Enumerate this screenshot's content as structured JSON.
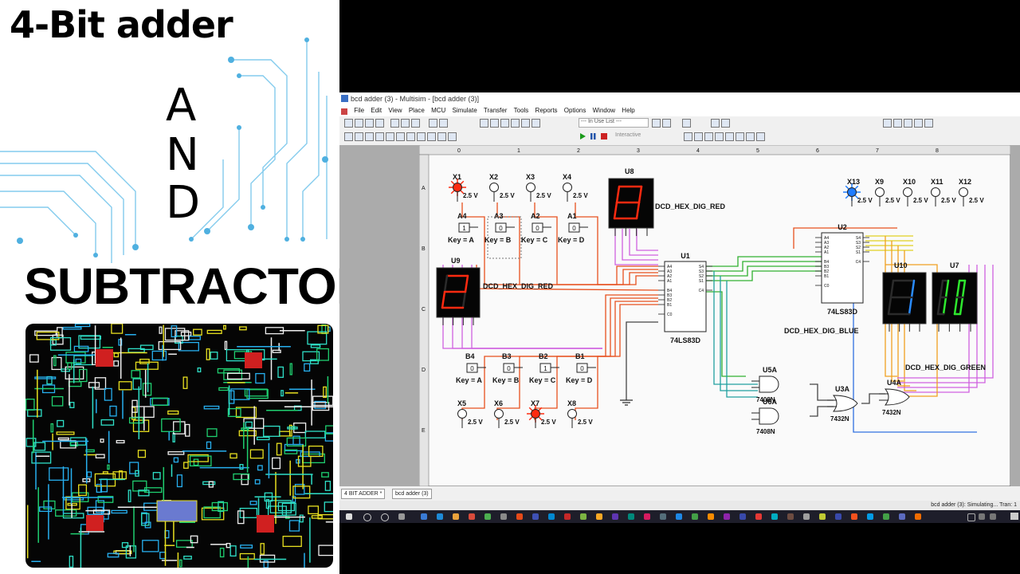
{
  "thumbnail": {
    "title_line1": "4-Bit adder",
    "and_letters": [
      "A",
      "N",
      "D"
    ],
    "title_line2": "SUBTRACTOR"
  },
  "window": {
    "title": "bcd adder (3) - Multisim - [bcd adder (3)]",
    "menu": [
      "File",
      "Edit",
      "View",
      "Place",
      "MCU",
      "Simulate",
      "Transfer",
      "Tools",
      "Reports",
      "Options",
      "Window",
      "Help"
    ],
    "use_list": "--- In Use List ---",
    "mode": "Interactive",
    "col_labels": [
      "0",
      "1",
      "2",
      "3",
      "4",
      "5",
      "6",
      "7",
      "8"
    ],
    "row_labels": [
      "A",
      "B",
      "C",
      "D",
      "E"
    ]
  },
  "schematic": {
    "probes_top_left": [
      {
        "name": "X1",
        "voltage": "2.5 V",
        "state": "on"
      },
      {
        "name": "X2",
        "voltage": "2.5 V",
        "state": "off"
      },
      {
        "name": "X3",
        "voltage": "2.5 V",
        "state": "off"
      },
      {
        "name": "X4",
        "voltage": "2.5 V",
        "state": "off"
      }
    ],
    "switches_a": [
      {
        "name": "A4",
        "value": "1",
        "key": "Key = A"
      },
      {
        "name": "A3",
        "value": "0",
        "key": "Key = B"
      },
      {
        "name": "A2",
        "value": "0",
        "key": "Key = C"
      },
      {
        "name": "A1",
        "value": "0",
        "key": "Key = D"
      }
    ],
    "switches_b": [
      {
        "name": "B4",
        "value": "0",
        "key": "Key = A"
      },
      {
        "name": "B3",
        "value": "0",
        "key": "Key = B"
      },
      {
        "name": "B2",
        "value": "1",
        "key": "Key = C"
      },
      {
        "name": "B1",
        "value": "0",
        "key": "Key = D"
      }
    ],
    "probes_bottom_left": [
      {
        "name": "X5",
        "voltage": "2.5 V",
        "state": "off"
      },
      {
        "name": "X6",
        "voltage": "2.5 V",
        "state": "off"
      },
      {
        "name": "X7",
        "voltage": "2.5 V",
        "state": "on"
      },
      {
        "name": "X8",
        "voltage": "2.5 V",
        "state": "off"
      }
    ],
    "probes_top_right": [
      {
        "name": "X13",
        "voltage": "2.5 V",
        "state": "on"
      },
      {
        "name": "X9",
        "voltage": "2.5 V",
        "state": "off"
      },
      {
        "name": "X10",
        "voltage": "2.5 V",
        "state": "off"
      },
      {
        "name": "X11",
        "voltage": "2.5 V",
        "state": "off"
      },
      {
        "name": "X12",
        "voltage": "2.5 V",
        "state": "off"
      }
    ],
    "displays": [
      {
        "ref": "U8",
        "digits": [
          "8"
        ],
        "label": "DCD_HEX_DIG_RED",
        "color": "#ff2a10"
      },
      {
        "ref": "U9",
        "digits": [
          "2"
        ],
        "label": "DCD_HEX_DIG_RED",
        "color": "#ff2a10"
      },
      {
        "ref": "U10",
        "digits": [
          "1"
        ],
        "label": "DCD_HEX_DIG_BLUE",
        "color": "#2a8cff"
      },
      {
        "ref": "U7",
        "digits": [
          "1",
          "0"
        ],
        "label": "DCD_HEX_DIG_GREEN",
        "color": "#2ee82e"
      }
    ],
    "adders": [
      {
        "ref": "U1",
        "part": "74LS83D"
      },
      {
        "ref": "U2",
        "part": "74LS83D"
      }
    ],
    "gates": [
      {
        "ref": "U5A",
        "part": "7408N"
      },
      {
        "ref": "U6A",
        "part": "7408N"
      },
      {
        "ref": "U3A",
        "part": "7432N"
      },
      {
        "ref": "U4A",
        "part": "7432N"
      }
    ],
    "chip_pins_left": [
      "A4",
      "A3",
      "A2",
      "A1",
      "",
      "B4",
      "B3",
      "B2",
      "B1",
      "",
      "C0"
    ],
    "chip_pins_right": [
      "S4",
      "S3",
      "S2",
      "S1",
      "",
      "C4"
    ],
    "wire_colors": {
      "red": "#e8501e",
      "orange": "#f0a020",
      "magenta": "#d060e0",
      "green": "#30b030",
      "blue": "#3070e0",
      "teal": "#20a0a0",
      "yellow": "#e0d020"
    }
  },
  "tabs": [
    "4 BIT ADDER *",
    "bcd adder (3)"
  ],
  "status": "bcd adder (3): Simulating... Tran: 1"
}
